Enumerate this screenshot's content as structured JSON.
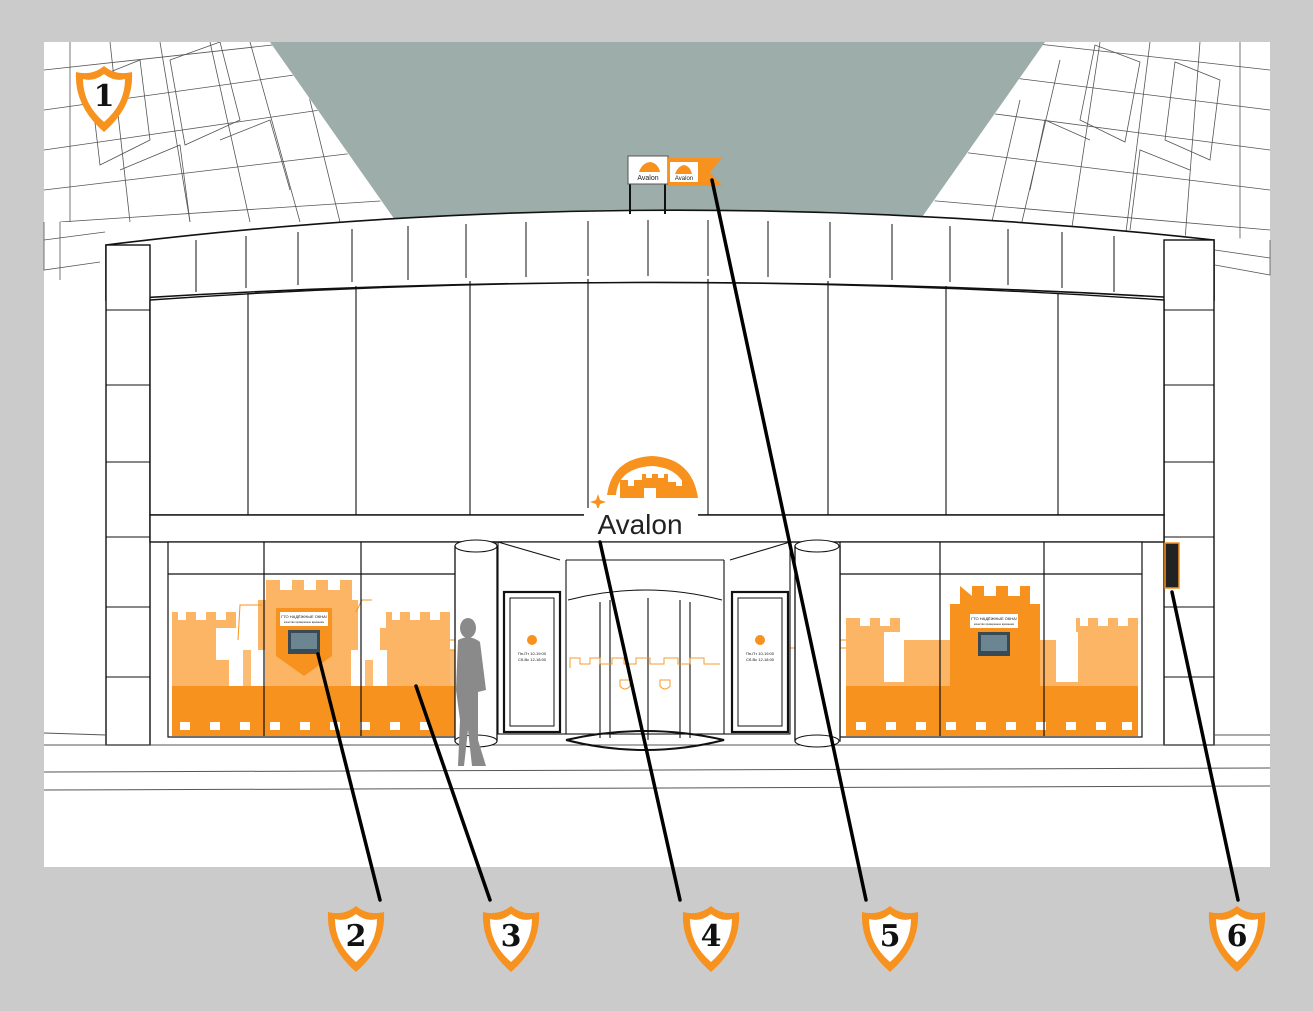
{
  "brand": {
    "name": "Avalon",
    "accent": "#f7921e",
    "accent_light": "#fbb565",
    "sky": "#9cadaa",
    "frame_bg": "#cbcbcb"
  },
  "window_poster": {
    "headline": "ГТО НАДЁЖНЫЕ ОКНА!",
    "subline": "качество проверенное временем"
  },
  "door_sign": {
    "line1": "Пн-Пт 10-19:00",
    "line2": "Сб-Вс 12-18:00"
  },
  "callouts": [
    {
      "label": "1",
      "icon": "shield-icon"
    },
    {
      "label": "2",
      "icon": "shield-icon"
    },
    {
      "label": "3",
      "icon": "shield-icon"
    },
    {
      "label": "4",
      "icon": "shield-icon"
    },
    {
      "label": "5",
      "icon": "shield-icon"
    },
    {
      "label": "6",
      "icon": "shield-icon"
    }
  ]
}
